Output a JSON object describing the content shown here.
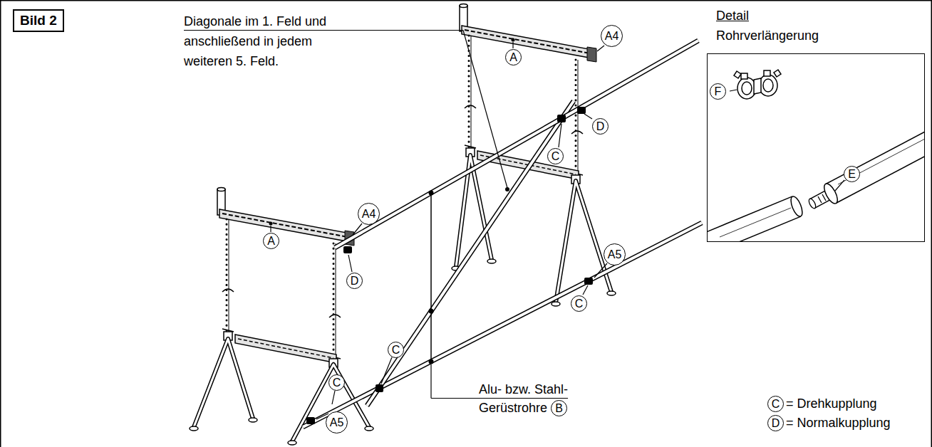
{
  "diagram": {
    "nodes": [
      {
        "text": [
          "Bild 2"
        ]
      },
      {
        "text": [
          "A"
        ]
      },
      {
        "text": [
          "A4"
        ]
      },
      {
        "text": [
          "D"
        ]
      },
      {
        "text": [
          "C"
        ]
      },
      {
        "text": [
          "A"
        ]
      },
      {
        "text": [
          "A4"
        ]
      },
      {
        "text": [
          "D"
        ]
      },
      {
        "text": [
          "C"
        ]
      },
      {
        "text": [
          "A5"
        ]
      },
      {
        "text": [
          "C"
        ]
      },
      {
        "text": [
          "C"
        ]
      },
      {
        "text": [
          "A5"
        ]
      },
      {
        "text": [
          "Detail",
          "Rohrverlängerung"
        ]
      },
      {
        "text": [
          "F"
        ],
        "in": 13
      },
      {
        "text": [
          "E"
        ],
        "in": 13
      },
      {
        "text": [
          "B"
        ]
      },
      {
        "text": [
          "C"
        ]
      },
      {
        "text": [
          "D"
        ]
      }
    ],
    "labels": [
      "Diagonale im 1. Feld und anschließend in jedem weiteren 5. Feld.",
      "Alu- bzw. Stahl- Gerüstrohre"
    ],
    "legend": [
      {
        "text": "= Drehkupplung"
      },
      {
        "text": "= Normalkupplung"
      }
    ]
  }
}
